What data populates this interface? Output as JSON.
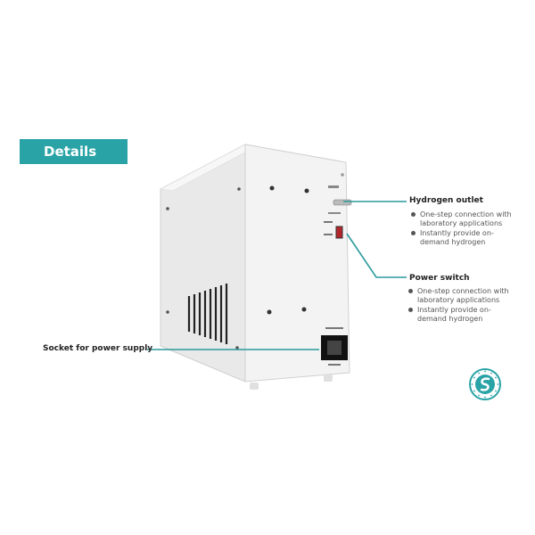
{
  "banner": {
    "label": "Details"
  },
  "callouts": {
    "hydrogen_outlet": {
      "title": "Hydrogen outlet",
      "bullets": [
        "One-step connection with laboratory applications",
        "Instantly provide on-demand hydrogen"
      ]
    },
    "power_switch": {
      "title": "Power switch",
      "bullets": [
        "One-step connection with laboratory applications",
        "Instantly provide on-demand hydrogen"
      ]
    },
    "socket": {
      "title": "Socket for power supply"
    }
  },
  "colors": {
    "accent": "#2aa3a6",
    "device_body": "#f2f2f2",
    "text_dark": "#222222",
    "text_muted": "#555555"
  },
  "icons": {
    "brand_seal": "circular-logo-seal-icon"
  }
}
